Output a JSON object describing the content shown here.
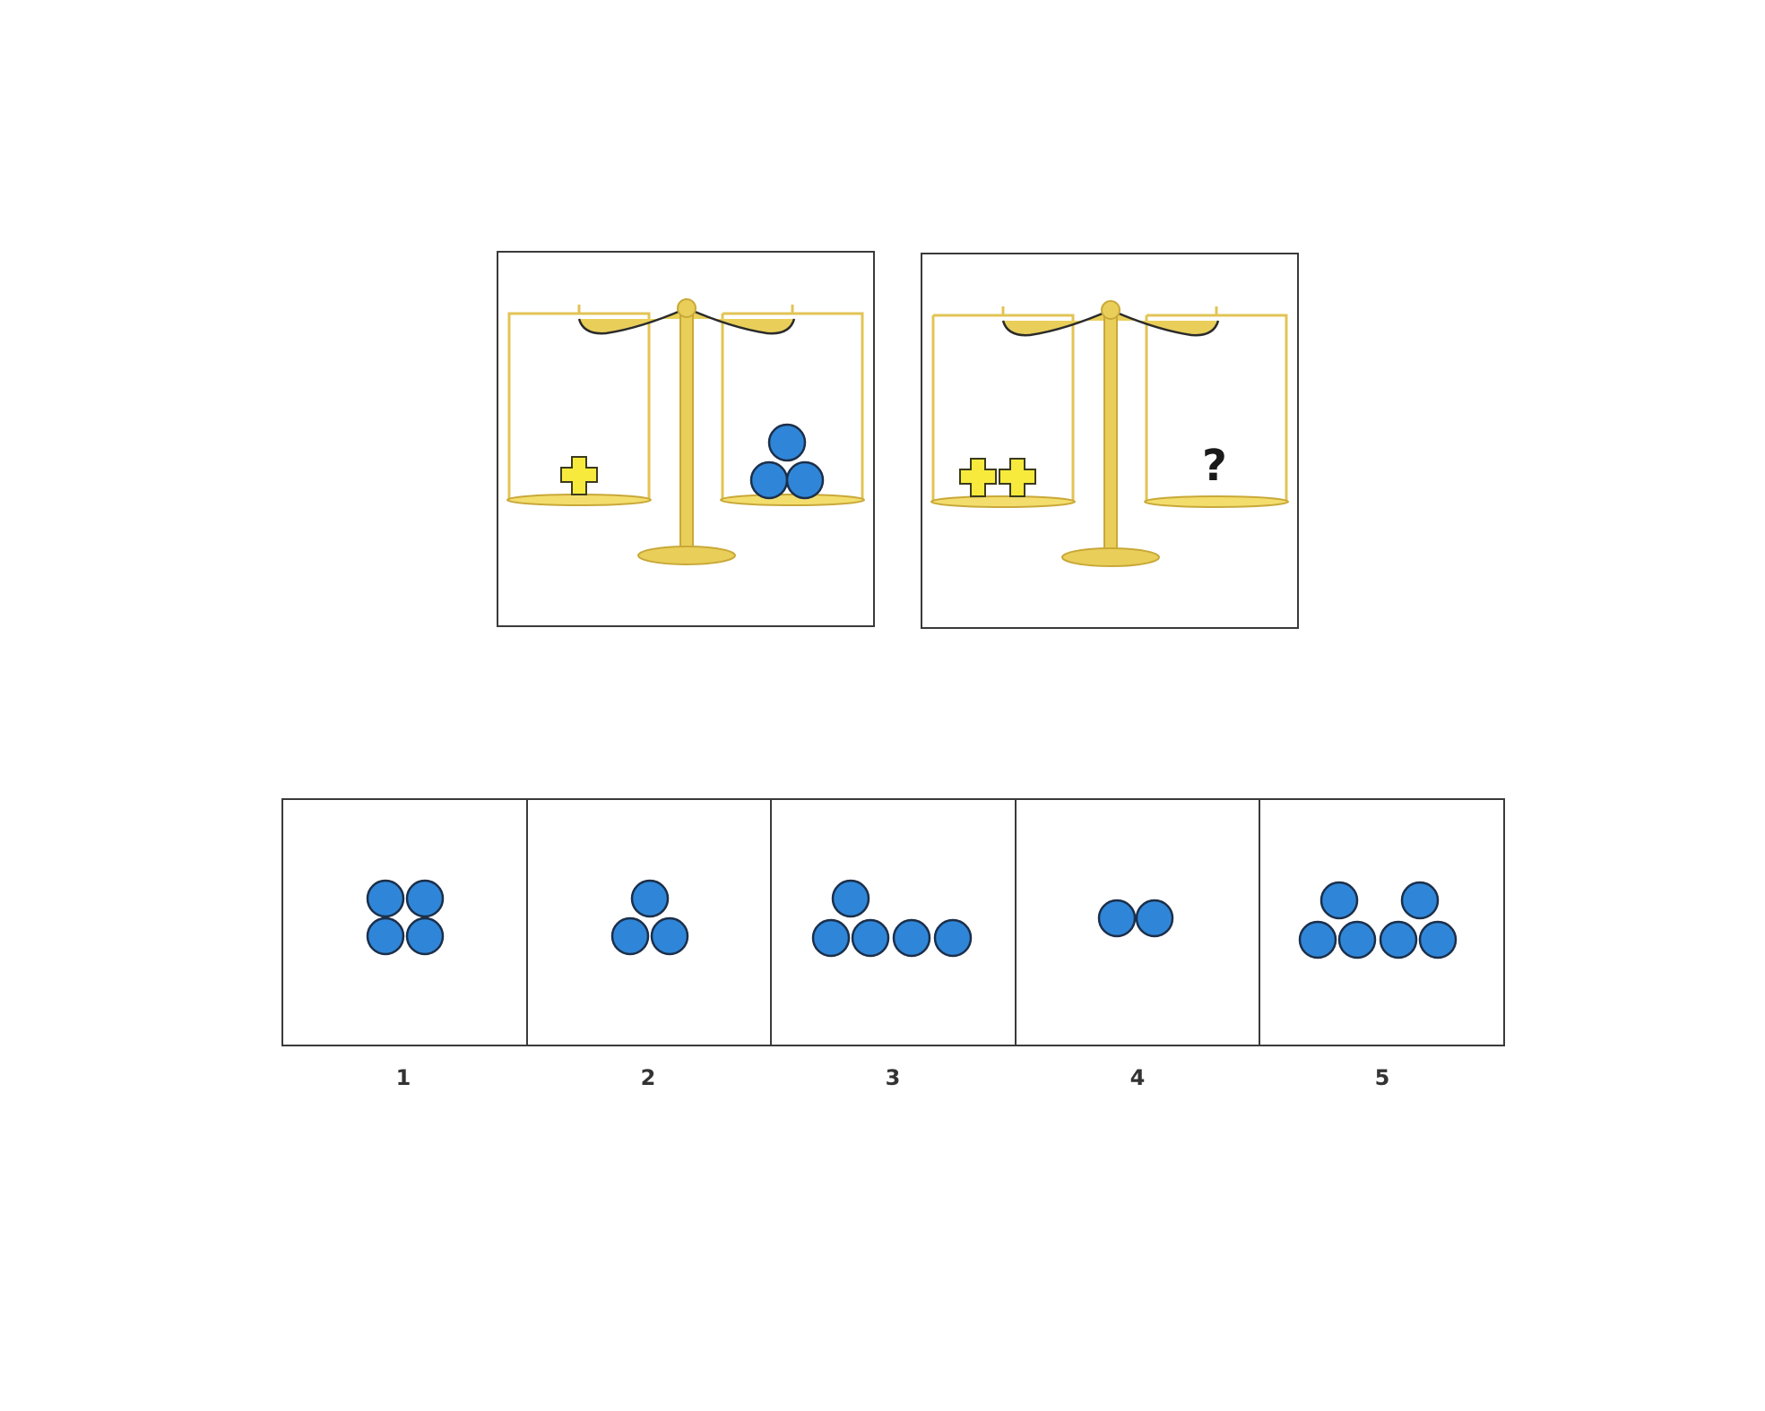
{
  "colors": {
    "scale_gold": "#e9cf5a",
    "scale_gold_stroke": "#c9a838",
    "beam_dark": "#2b2b2b",
    "cross_yellow": "#f7ea3d",
    "ball_blue": "#2f86d8",
    "ball_stroke": "#1c2f4a",
    "border": "#3a3a3a"
  },
  "scales": [
    {
      "id": "example",
      "left_pan": {
        "crosses": 1
      },
      "right_pan": {
        "balls": 3
      }
    },
    {
      "id": "question",
      "left_pan": {
        "crosses": 2
      },
      "right_pan": {
        "unknown": "?"
      }
    }
  ],
  "options": [
    {
      "label": "1",
      "balls": 4
    },
    {
      "label": "2",
      "balls": 3
    },
    {
      "label": "3",
      "balls": 5
    },
    {
      "label": "4",
      "balls": 2
    },
    {
      "label": "5",
      "balls": 6
    }
  ],
  "icons": [
    "balance-scale-icon",
    "cross-weight-icon",
    "ball-icon"
  ]
}
